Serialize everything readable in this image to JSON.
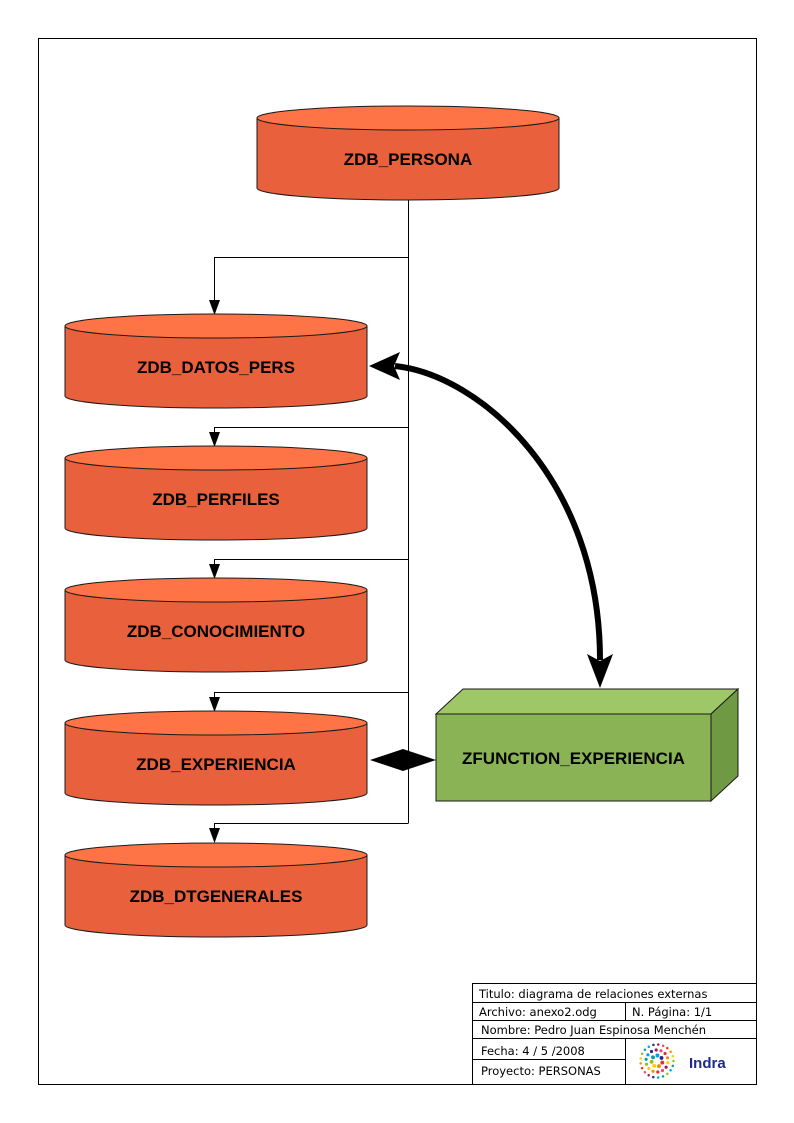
{
  "diagram": {
    "tables": [
      {
        "id": "persona",
        "label": "ZDB_PERSONA"
      },
      {
        "id": "datos_pers",
        "label": "ZDB_DATOS_PERS"
      },
      {
        "id": "perfiles",
        "label": "ZDB_PERFILES"
      },
      {
        "id": "conocimiento",
        "label": "ZDB_CONOCIMIENTO"
      },
      {
        "id": "experiencia",
        "label": "ZDB_EXPERIENCIA"
      },
      {
        "id": "dtgenerales",
        "label": "ZDB_DTGENERALES"
      }
    ],
    "function": {
      "label": "ZFUNCTION_EXPERIENCIA"
    },
    "colors": {
      "cylinder_fill": "#e8603c",
      "cylinder_top": "#ff7446",
      "box_front": "#8ab356",
      "box_top": "#9ec768",
      "box_side": "#6f9a43",
      "line": "#000000"
    }
  },
  "title_block": {
    "titulo": "Titulo: diagrama de relaciones externas",
    "archivo": "Archivo: anexo2.odg",
    "pagina": "N. Página: 1/1",
    "nombre": "Nombre: Pedro Juan Espinosa Menchén",
    "fecha": "Fecha: 4 / 5 /2008",
    "proyecto": "Proyecto: PERSONAS",
    "logo_text": "Indra"
  }
}
